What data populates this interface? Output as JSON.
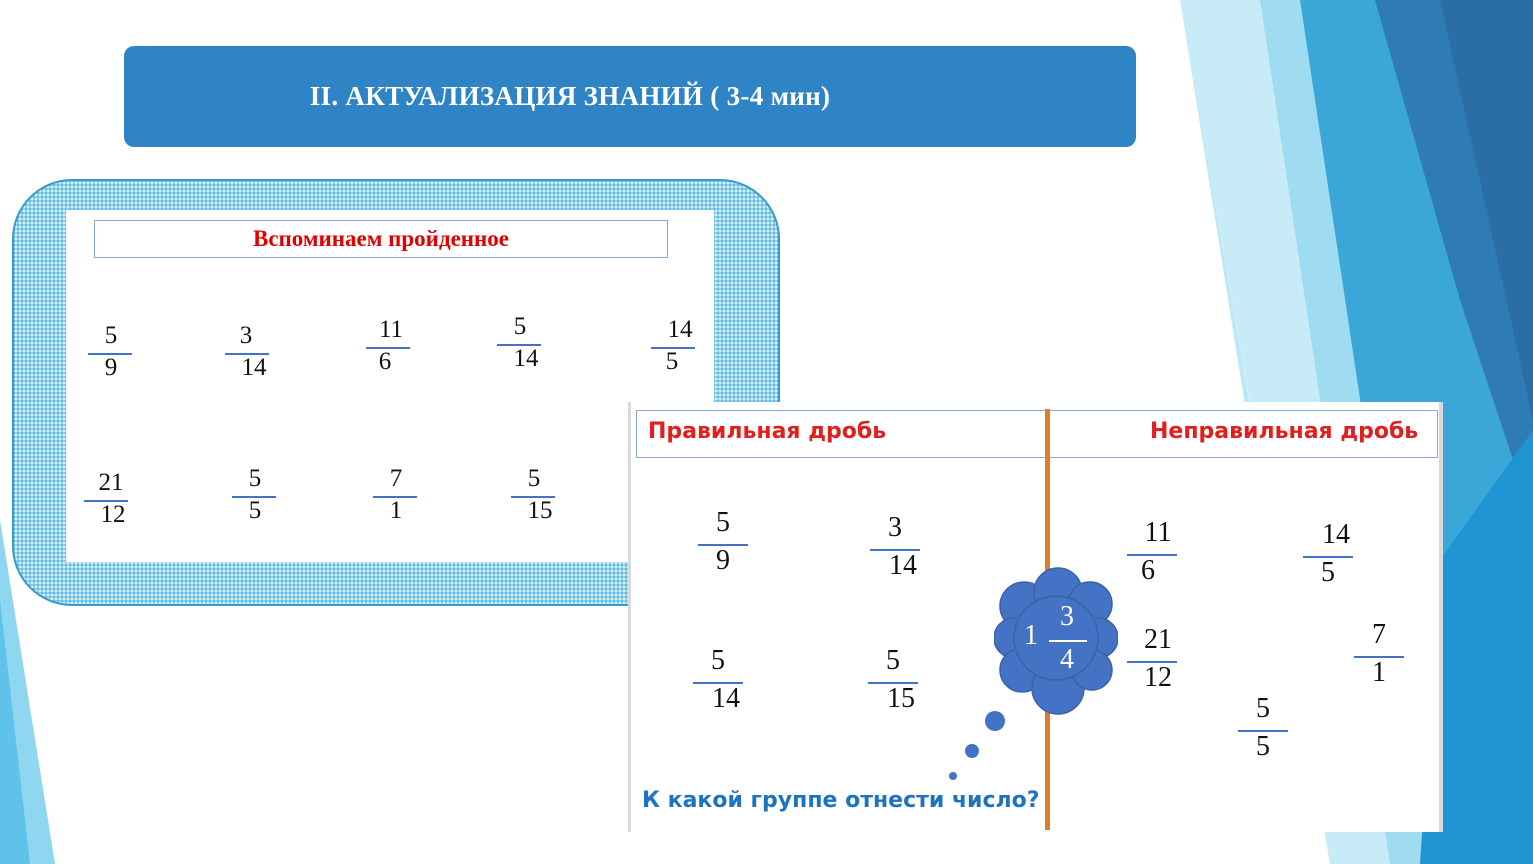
{
  "title": "II. АКТУАЛИЗАЦИЯ ЗНАНИЙ ( 3-4 мин)",
  "recall": {
    "heading": "Вспоминаем пройденное",
    "row1": [
      {
        "num": "5",
        "den": "9"
      },
      {
        "num": "3",
        "den": "14"
      },
      {
        "num": "11",
        "den": "6"
      },
      {
        "num": "5",
        "den": "14"
      },
      {
        "num": "14",
        "den": "5"
      }
    ],
    "row2": [
      {
        "num": "21",
        "den": "12"
      },
      {
        "num": "5",
        "den": "5"
      },
      {
        "num": "7",
        "den": "1"
      },
      {
        "num": "5",
        "den": "15"
      }
    ]
  },
  "sort": {
    "proper_label": "Правильная дробь",
    "improper_label": "Неправильная дробь",
    "proper": [
      {
        "num": "5",
        "den": "9"
      },
      {
        "num": "3",
        "den": "14"
      },
      {
        "num": "5",
        "den": "14"
      },
      {
        "num": "5",
        "den": "15"
      }
    ],
    "improper": [
      {
        "num": "11",
        "den": "6"
      },
      {
        "num": "14",
        "den": "5"
      },
      {
        "num": "21",
        "den": "12"
      },
      {
        "num": "7",
        "den": "1"
      },
      {
        "num": "5",
        "den": "5"
      }
    ],
    "mixed": {
      "whole": "1",
      "num": "3",
      "den": "4"
    },
    "question": "К какой группе отнести число?"
  },
  "colors": {
    "title_bar": "#2f84c6",
    "heading_red": "#e00000",
    "divider": "#e07b28",
    "cloud": "#4472c4",
    "question": "#1e73be"
  }
}
